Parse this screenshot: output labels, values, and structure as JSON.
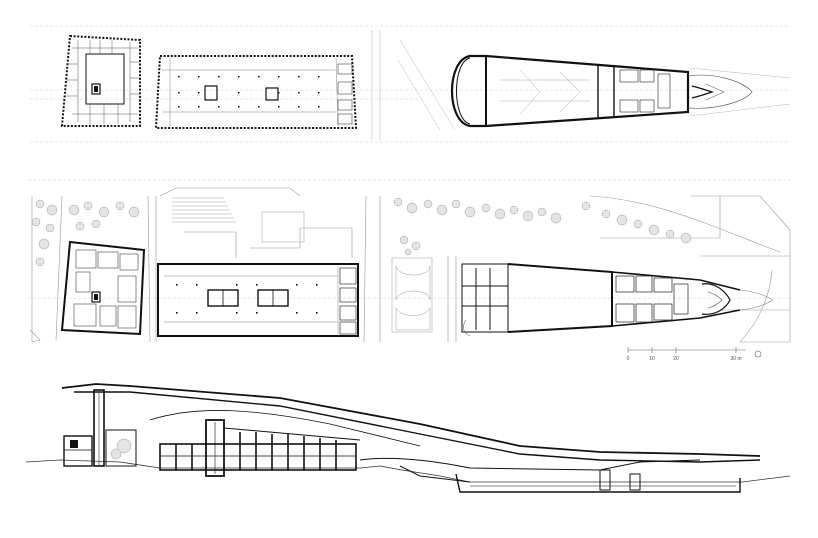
{
  "scale_bar": {
    "ticks": [
      "0",
      "10",
      "20",
      "30 m"
    ]
  },
  "drawings": {
    "upper_plan": "upper-floor-plan",
    "ground_plan": "ground-floor-plan",
    "section": "longitudinal-section"
  },
  "colors": {
    "line": "#111111",
    "thin_line": "#9a9a9a",
    "axis_line": "#c8c8c8",
    "tree_fill": "#e4e4e4",
    "background": "#ffffff"
  }
}
